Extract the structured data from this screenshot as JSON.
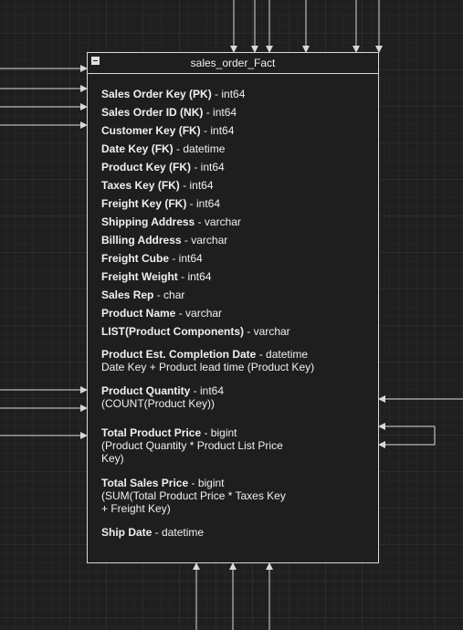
{
  "entity": {
    "title": "sales_order_Fact",
    "attributes": [
      {
        "name": "Sales Order Key (PK)",
        "type": " - int64"
      },
      {
        "name": "Sales Order ID (NK)",
        "type": " - int64"
      },
      {
        "name": "Customer Key (FK)",
        "type": " - int64"
      },
      {
        "name": "Date Key (FK)",
        "type": " - datetime"
      },
      {
        "name": "Product Key (FK)",
        "type": " - int64"
      },
      {
        "name": "Taxes Key (FK)",
        "type": " - int64"
      },
      {
        "name": "Freight Key (FK)",
        "type": " - int64"
      },
      {
        "name": "Shipping Address",
        "type": " - varchar"
      },
      {
        "name": "Billing Address",
        "type": " - varchar"
      },
      {
        "name": "Freight Cube",
        "type": " - int64"
      },
      {
        "name": "Freight Weight",
        "type": " - int64"
      },
      {
        "name": "Sales Rep",
        "type": " - char"
      },
      {
        "name": "Product Name",
        "type": " - varchar"
      },
      {
        "name": "LIST(Product Components)",
        "type": " - varchar"
      },
      {
        "name": "Product Est. Completion Date",
        "type": " - datetime",
        "note": "Date Key + Product lead time (Product Key)"
      },
      {
        "name": "Product Quantity",
        "type": " - int64",
        "note": "(COUNT(Product Key))"
      },
      {
        "name": "Total Product Price",
        "type": " - bigint",
        "note": "(Product Quantity * Product List Price Key)"
      },
      {
        "name": "Total Sales Price",
        "type": " - bigint",
        "note": "(SUM(Total Product Price * Taxes Key + Freight Key)"
      },
      {
        "name": "Ship Date",
        "type": " - datetime"
      }
    ]
  }
}
